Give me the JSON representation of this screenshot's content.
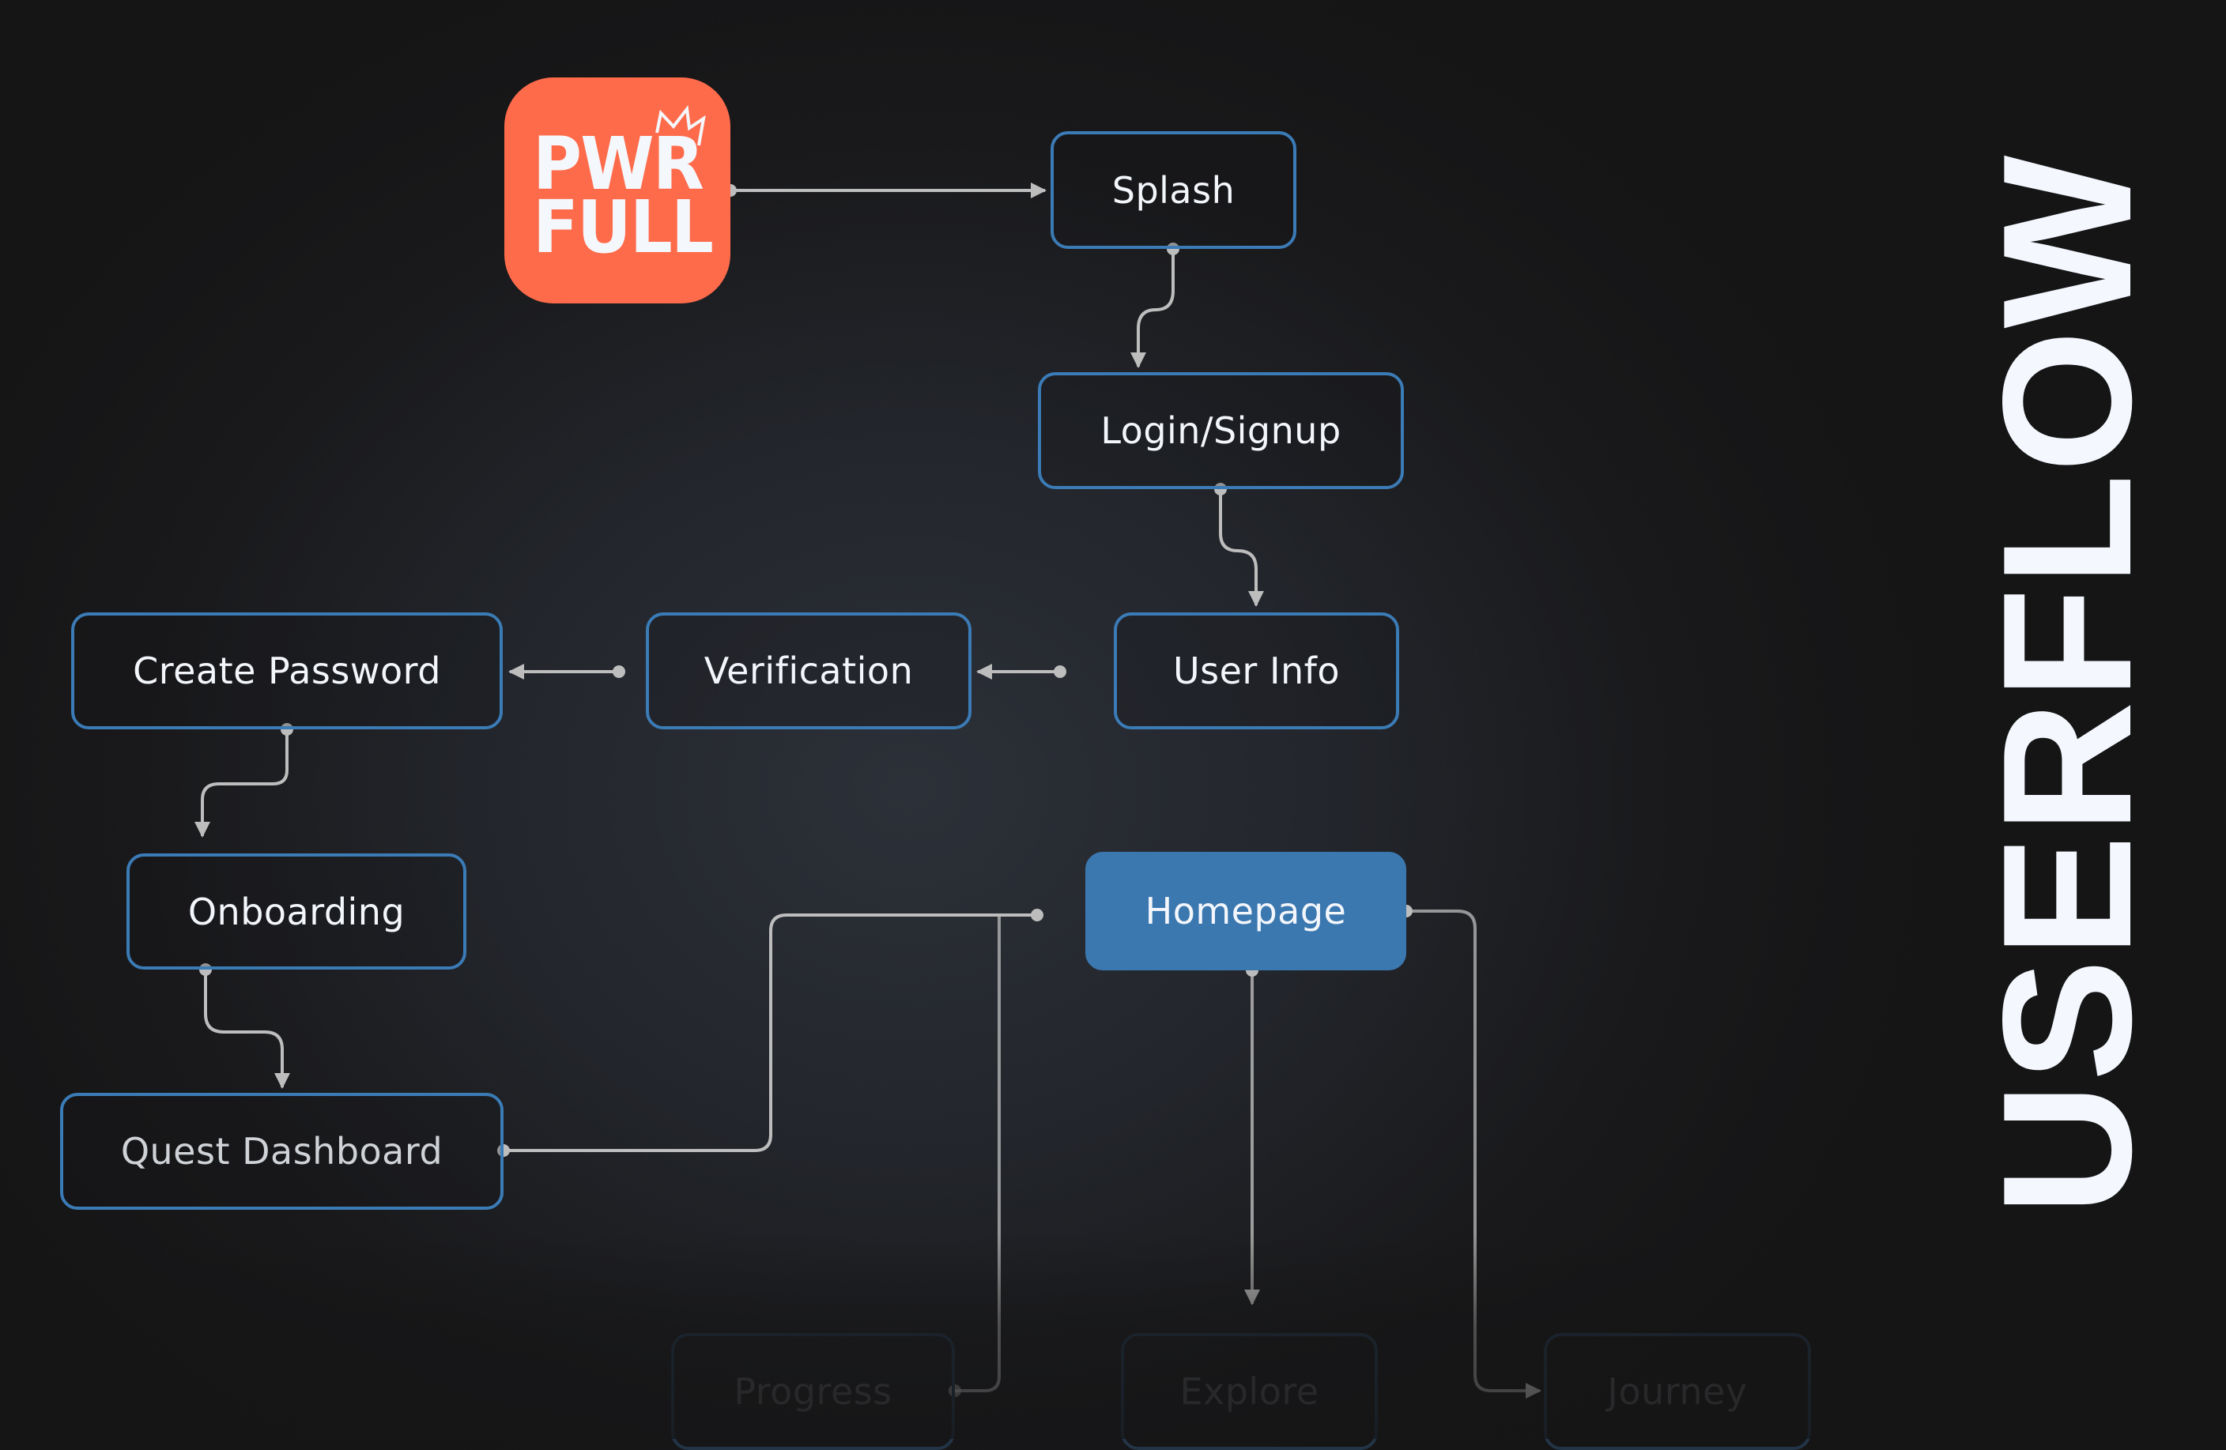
{
  "title": "USERFLOW",
  "logo": {
    "line1": "PWR",
    "line2": "FULL",
    "color": "#fe6b4b",
    "icon": "crown-icon"
  },
  "colors": {
    "node_border": "#3b7bb6",
    "primary_fill": "#3b78b0",
    "wire": "#bdbdbd",
    "background": "#151516"
  },
  "nodes": {
    "splash": "Splash",
    "login": "Login/Signup",
    "user_info": "User Info",
    "verification": "Verification",
    "create_password": "Create Password",
    "onboarding": "Onboarding",
    "quest_dashboard": "Quest Dashboard",
    "homepage": "Homepage",
    "progress": "Progress",
    "explore": "Explore",
    "journey": "Journey"
  },
  "edges": [
    {
      "from": "logo",
      "to": "splash"
    },
    {
      "from": "splash",
      "to": "login"
    },
    {
      "from": "login",
      "to": "user_info"
    },
    {
      "from": "user_info",
      "to": "verification"
    },
    {
      "from": "verification",
      "to": "create_password"
    },
    {
      "from": "create_password",
      "to": "onboarding"
    },
    {
      "from": "onboarding",
      "to": "quest_dashboard"
    },
    {
      "from": "quest_dashboard",
      "to": "homepage"
    },
    {
      "from": "homepage",
      "to": "progress"
    },
    {
      "from": "homepage",
      "to": "explore"
    },
    {
      "from": "homepage",
      "to": "journey"
    }
  ]
}
